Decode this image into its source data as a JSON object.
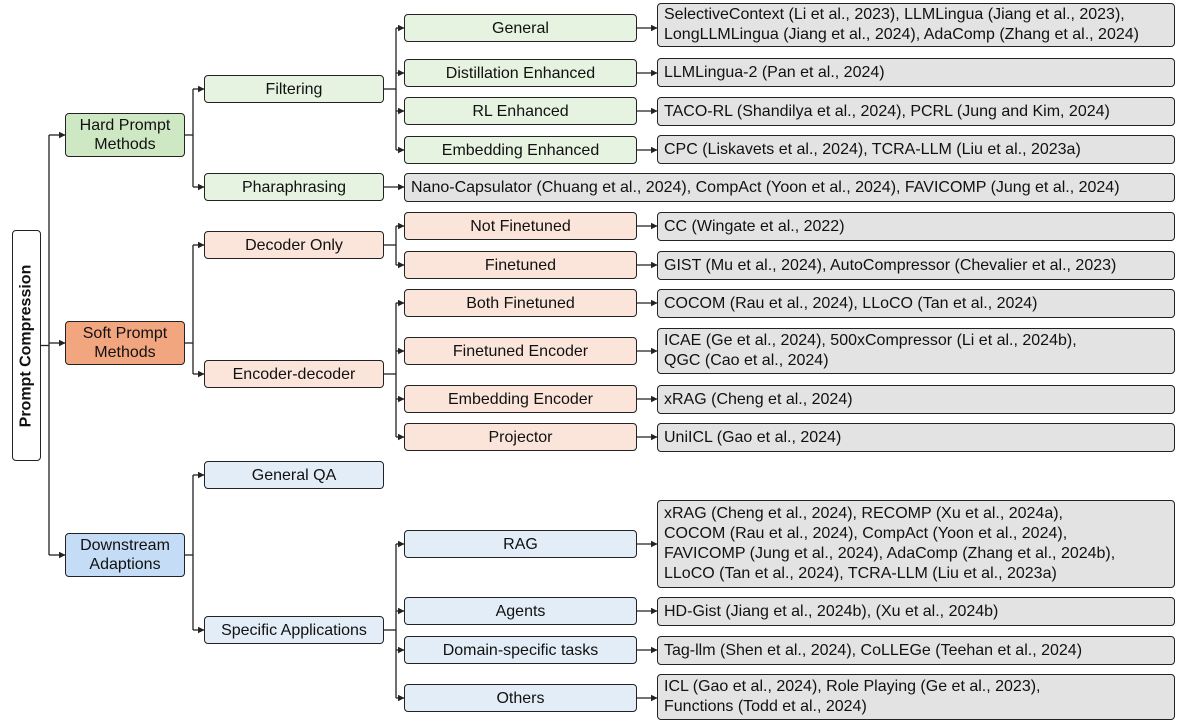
{
  "colors": {
    "hard_l1": "#cfe8c4",
    "hard_l2": "#e6f3e0",
    "soft_l1": "#f2a680",
    "soft_l2": "#fbe5da",
    "down_l1": "#c4dcf5",
    "down_l2": "#e3edf7",
    "leaf": "#e3e3e3",
    "line": "#222222"
  },
  "root": "Prompt Compression",
  "hard": {
    "label": "Hard Prompt\nMethods",
    "filtering": {
      "label": "Filtering",
      "general": {
        "label": "General",
        "leaf": "SelectiveContext (Li et al., 2023), LLMLingua (Jiang et al., 2023),\nLongLLMLingua (Jiang et al., 2024), AdaComp (Zhang et al., 2024)"
      },
      "distill": {
        "label": "Distillation Enhanced",
        "leaf": "LLMLingua-2 (Pan et al., 2024)"
      },
      "rl": {
        "label": "RL Enhanced",
        "leaf": "TACO-RL (Shandilya et al., 2024), PCRL (Jung and Kim, 2024)"
      },
      "embed": {
        "label": "Embedding Enhanced",
        "leaf": "CPC (Liskavets et al., 2024), TCRA-LLM (Liu et al., 2023a)"
      }
    },
    "paraphrasing": {
      "label": "Pharaphrasing",
      "leaf": "Nano-Capsulator (Chuang et al., 2024), CompAct (Yoon et al., 2024), FAVICOMP (Jung et al., 2024)"
    }
  },
  "soft": {
    "label": "Soft Prompt\nMethods",
    "decoder": {
      "label": "Decoder Only",
      "not_ft": {
        "label": "Not Finetuned",
        "leaf": "CC (Wingate et al., 2022)"
      },
      "ft": {
        "label": "Finetuned",
        "leaf": "GIST (Mu et al., 2024), AutoCompressor (Chevalier et al., 2023)"
      }
    },
    "encdec": {
      "label": "Encoder-decoder",
      "both": {
        "label": "Both Finetuned",
        "leaf": "COCOM (Rau et al., 2024), LLoCO (Tan et al., 2024)"
      },
      "ft_enc": {
        "label": "Finetuned Encoder",
        "leaf": "ICAE (Ge et al., 2024), 500xCompressor (Li et al., 2024b),\nQGC (Cao et al., 2024)"
      },
      "emb_enc": {
        "label": "Embedding Encoder",
        "leaf": "xRAG (Cheng et al., 2024)"
      },
      "proj": {
        "label": "Projector",
        "leaf": "UniICL (Gao et al., 2024)"
      }
    }
  },
  "down": {
    "label": "Downstream\nAdaptions",
    "general_qa": {
      "label": "General QA"
    },
    "specific": {
      "label": "Specific Applications",
      "rag": {
        "label": "RAG",
        "leaf": "xRAG (Cheng et al., 2024), RECOMP (Xu et al., 2024a),\nCOCOM (Rau et al., 2024), CompAct (Yoon et al., 2024),\nFAVICOMP (Jung et al., 2024), AdaComp (Zhang et al., 2024b),\nLLoCO (Tan et al., 2024), TCRA-LLM (Liu et al., 2023a)"
      },
      "agents": {
        "label": "Agents",
        "leaf": "HD-Gist (Jiang et al., 2024b), (Xu et al., 2024b)"
      },
      "domain": {
        "label": "Domain-specific tasks",
        "leaf": "Tag-llm (Shen et al., 2024), CoLLEGe (Teehan et al., 2024)"
      },
      "others": {
        "label": "Others",
        "leaf": "ICL (Gao et al., 2024), Role Playing (Ge et al., 2023),\nFunctions (Todd et al., 2024)"
      }
    }
  }
}
